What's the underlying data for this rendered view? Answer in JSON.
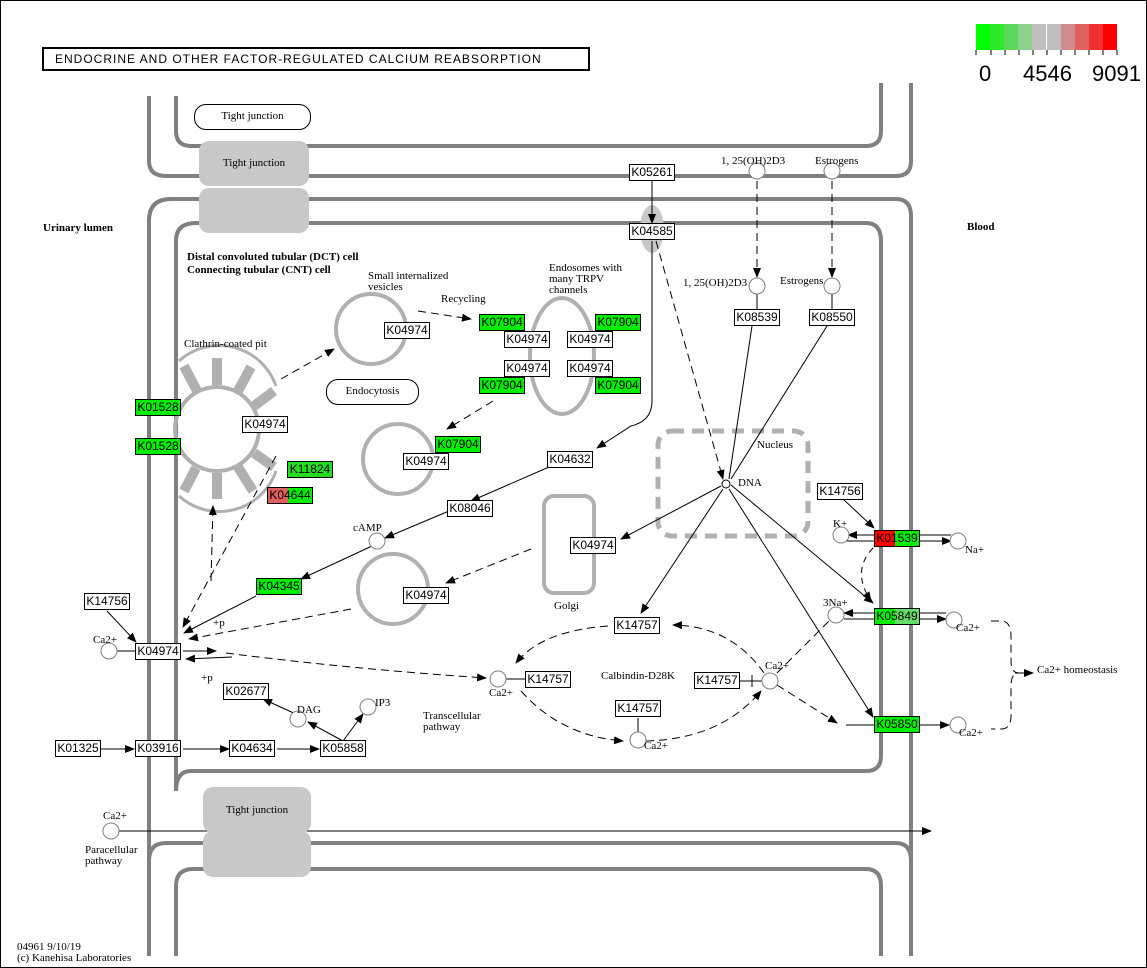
{
  "title": "ENDOCRINE AND OTHER FACTOR-REGULATED CALCIUM REABSORPTION",
  "legend": {
    "colors": [
      "#00ff00",
      "#2de82d",
      "#5ad95a",
      "#8ecf8e",
      "#bfbfbf",
      "#bfbfbf",
      "#d08c8c",
      "#e06060",
      "#f03030",
      "#ff0000"
    ],
    "min_label": "0",
    "mid_label": "4546",
    "max_label": "9091"
  },
  "labels": {
    "urinary_lumen": "Urinary lumen",
    "blood": "Blood",
    "cell_line1": "Distal convoluted tubular (DCT) cell",
    "cell_line2": "Connecting tubular (CNT) cell",
    "small_vesicles1": "Small internalized",
    "small_vesicles2": "vesicles",
    "recycling": "Recycling",
    "endosomes1": "Endosomes with",
    "endosomes2": "many TRPV",
    "endosomes3": "channels",
    "clathrin": "Clathrin-coated pit",
    "endocytosis": "Endocytosis",
    "nucleus": "Nucleus",
    "dna": "DNA",
    "golgi": "Golgi",
    "camp": "cAMP",
    "plus_p1": "+p",
    "plus_p2": "+p",
    "dag": "DAG",
    "ip3": "IP3",
    "calbindin": "Calbindin-D28K",
    "transcellular1": "Transcellular",
    "transcellular2": "pathway",
    "paracellular1": "Paracellular",
    "paracellular2": "pathway",
    "vitd_top": "1, 25(OH)2D3",
    "estrogens_top": "Estrogens",
    "vitd_in": "1, 25(OH)2D3",
    "estrogens_in": "Estrogens",
    "k_plus": "K+",
    "na_plus": "Na+",
    "three_na": "3Na+",
    "ca_homeostasis": "Ca2+  homeostasis",
    "ca2_label": "Ca2+",
    "tight_junction": "Tight junction",
    "footer1": "04961 9/10/19",
    "footer2": "(c) Kanehisa Laboratories"
  },
  "nodes": [
    {
      "id": "K05261",
      "fill": null
    },
    {
      "id": "K04585",
      "fill": null
    },
    {
      "id": "K08539",
      "fill": null
    },
    {
      "id": "K08550",
      "fill": null
    },
    {
      "id": "K04974",
      "fill": null,
      "where": "small-vesicle"
    },
    {
      "id": "K07904",
      "fill": "#00ee00",
      "where": "endo-tl"
    },
    {
      "id": "K04974",
      "fill": null,
      "where": "endo-l1"
    },
    {
      "id": "K07904",
      "fill": "#00ee00",
      "where": "endo-tr"
    },
    {
      "id": "K04974",
      "fill": null,
      "where": "endo-r1"
    },
    {
      "id": "K04974",
      "fill": null,
      "where": "endo-l2"
    },
    {
      "id": "K04974",
      "fill": null,
      "where": "endo-r2"
    },
    {
      "id": "K07904",
      "fill": "#00ee00",
      "where": "endo-bl"
    },
    {
      "id": "K07904",
      "fill": "#00ee00",
      "where": "endo-br"
    },
    {
      "id": "K01528",
      "fill": "#00ee00",
      "where": "pit-1"
    },
    {
      "id": "K01528",
      "fill": "#00ee00",
      "where": "pit-2"
    },
    {
      "id": "K04974",
      "fill": null,
      "where": "pit"
    },
    {
      "id": "K11824",
      "fill": "#22dd22",
      "where": "pit"
    },
    {
      "id": "K04644",
      "fill": "#e06060",
      "fill_right": "#00ee00",
      "where": "pit"
    },
    {
      "id": "K07904",
      "fill": "#00ee00",
      "where": "vesicle2"
    },
    {
      "id": "K04974",
      "fill": null,
      "where": "vesicle2"
    },
    {
      "id": "K04632",
      "fill": null
    },
    {
      "id": "K08046",
      "fill": null
    },
    {
      "id": "K04974",
      "fill": null,
      "where": "golgi"
    },
    {
      "id": "K04345",
      "fill": "#00ee00"
    },
    {
      "id": "K04974",
      "fill": null,
      "where": "vesicle3"
    },
    {
      "id": "K14756",
      "fill": null,
      "where": "left"
    },
    {
      "id": "K04974",
      "fill": null,
      "where": "apical"
    },
    {
      "id": "K02677",
      "fill": null
    },
    {
      "id": "K01325",
      "fill": null
    },
    {
      "id": "K03916",
      "fill": null
    },
    {
      "id": "K04634",
      "fill": null
    },
    {
      "id": "K05858",
      "fill": null
    },
    {
      "id": "K14757",
      "fill": null,
      "where": "top"
    },
    {
      "id": "K14757",
      "fill": null,
      "where": "ca-left"
    },
    {
      "id": "K14757",
      "fill": null,
      "where": "ca-right"
    },
    {
      "id": "K14757",
      "fill": null,
      "where": "bottom"
    },
    {
      "id": "K14756",
      "fill": null,
      "where": "right"
    },
    {
      "id": "K01539",
      "fill": "#ff0000",
      "fill_right": "#00ee00"
    },
    {
      "id": "K05849",
      "fill": "#00ee00",
      "fill_right": "#66dd66"
    },
    {
      "id": "K05850",
      "fill": "#00ee00"
    }
  ]
}
